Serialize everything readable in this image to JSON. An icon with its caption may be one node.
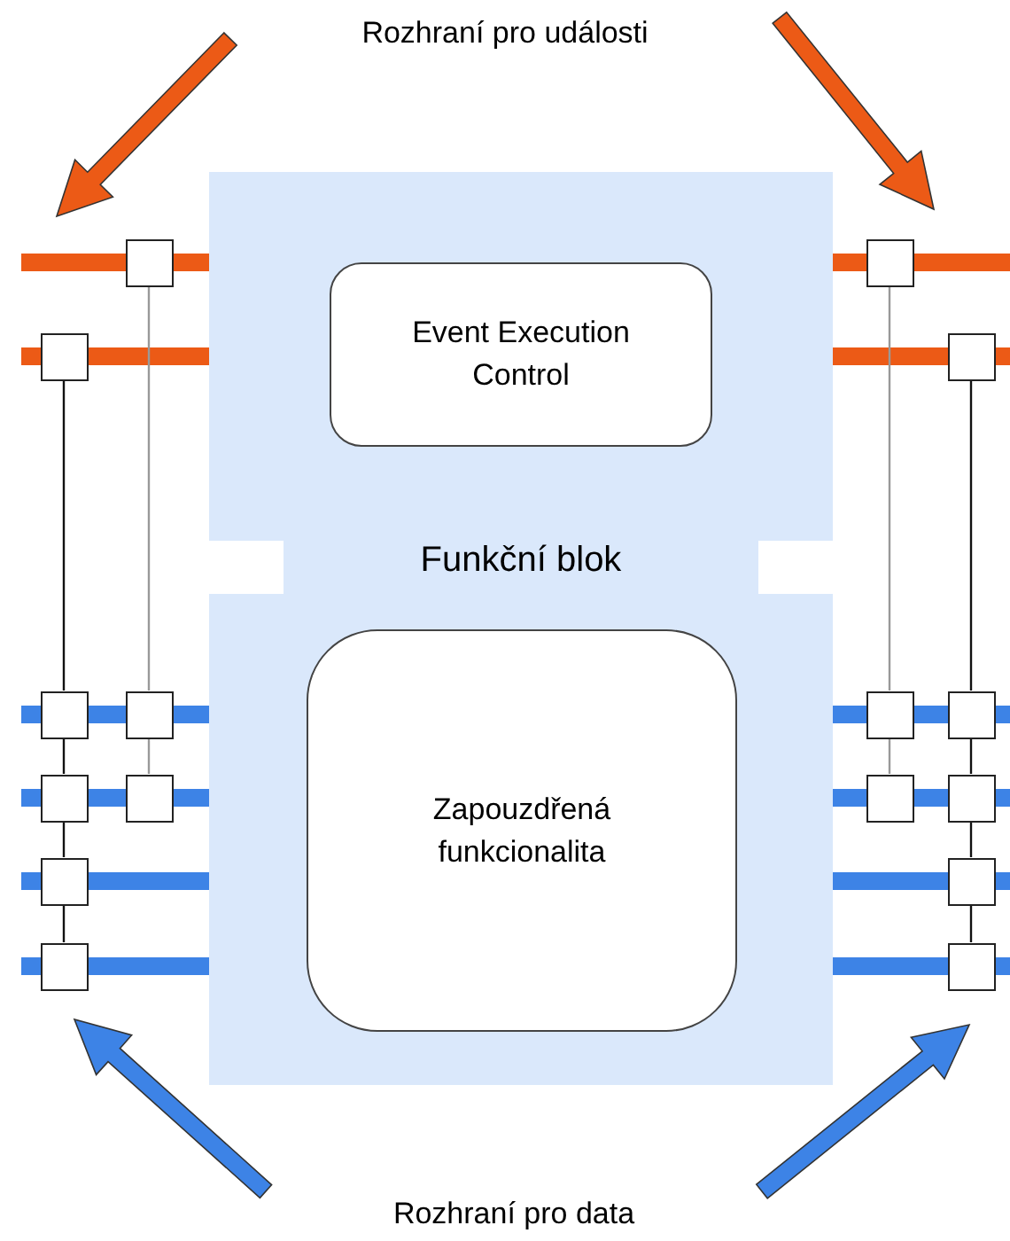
{
  "diagram": {
    "nodes": [
      {
        "text": [
          "Rozhraní pro události"
        ]
      },
      {
        "text": [
          "Funkční blok"
        ]
      },
      {
        "text": [
          "Event Execution Control"
        ],
        "in": 1
      },
      {
        "text": [
          "Zapouzdřená funkcionalita"
        ],
        "in": 1
      },
      {
        "text": [
          "Rozhraní pro data"
        ]
      },
      {
        "text": [],
        "shape": "box"
      },
      {
        "text": [],
        "shape": "box"
      },
      {
        "text": [],
        "shape": "box"
      },
      {
        "text": [],
        "shape": "box"
      },
      {
        "text": [],
        "shape": "box"
      },
      {
        "text": [],
        "shape": "box"
      },
      {
        "text": [],
        "shape": "box"
      },
      {
        "text": [],
        "shape": "box"
      },
      {
        "text": [],
        "shape": "box"
      },
      {
        "text": [],
        "shape": "box"
      },
      {
        "text": [],
        "shape": "box"
      },
      {
        "text": [],
        "shape": "box"
      },
      {
        "text": [],
        "shape": "box"
      },
      {
        "text": [],
        "shape": "box"
      },
      {
        "text": [],
        "shape": "box"
      },
      {
        "text": [],
        "shape": "box"
      }
    ],
    "edges": [
      {
        "from": 7,
        "to": 9,
        "arrow": "none"
      },
      {
        "from": 9,
        "to": 13,
        "arrow": "none"
      },
      {
        "from": 13,
        "to": 17,
        "arrow": "none"
      },
      {
        "from": 17,
        "to": 19,
        "arrow": "none"
      },
      {
        "from": 5,
        "to": 10,
        "arrow": "none",
        "color": "#999999"
      },
      {
        "from": 10,
        "to": 14,
        "arrow": "none",
        "color": "#999999"
      },
      {
        "from": 6,
        "to": 11,
        "arrow": "none",
        "color": "#999999"
      },
      {
        "from": 11,
        "to": 15,
        "arrow": "none",
        "color": "#999999"
      },
      {
        "from": 8,
        "to": 12,
        "arrow": "none"
      },
      {
        "from": 12,
        "to": 16,
        "arrow": "none"
      },
      {
        "from": 16,
        "to": 18,
        "arrow": "none"
      },
      {
        "from": 18,
        "to": 20,
        "arrow": "none"
      }
    ]
  }
}
